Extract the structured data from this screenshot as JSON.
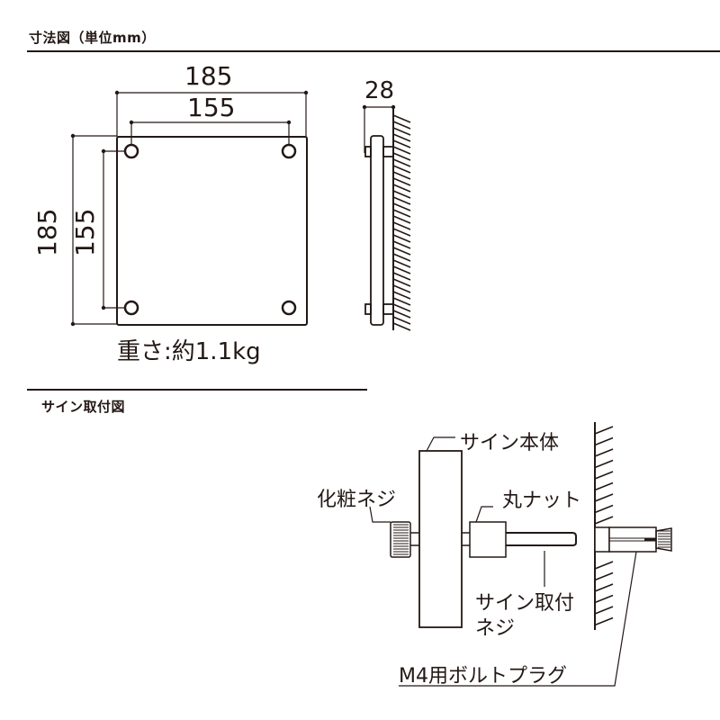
{
  "dimensions_section": {
    "title": "寸法図（単位mm）",
    "front_view": {
      "width_overall": "185",
      "width_hole_pitch": "155",
      "height_overall": "185",
      "height_hole_pitch": "155"
    },
    "side_view": {
      "depth": "28"
    },
    "weight": "重さ:約1.1kg"
  },
  "mounting_section": {
    "title": "サイン取付図",
    "labels": {
      "sign_body": "サイン本体",
      "decorative_screw": "化粧ネジ",
      "round_nut": "丸ナット",
      "mounting_screw_line1": "サイン取付",
      "mounting_screw_line2": "ネジ",
      "bolt_plug": "M4用ボルトプラグ"
    }
  },
  "colors": {
    "ink": "#231815",
    "background": "#ffffff"
  }
}
